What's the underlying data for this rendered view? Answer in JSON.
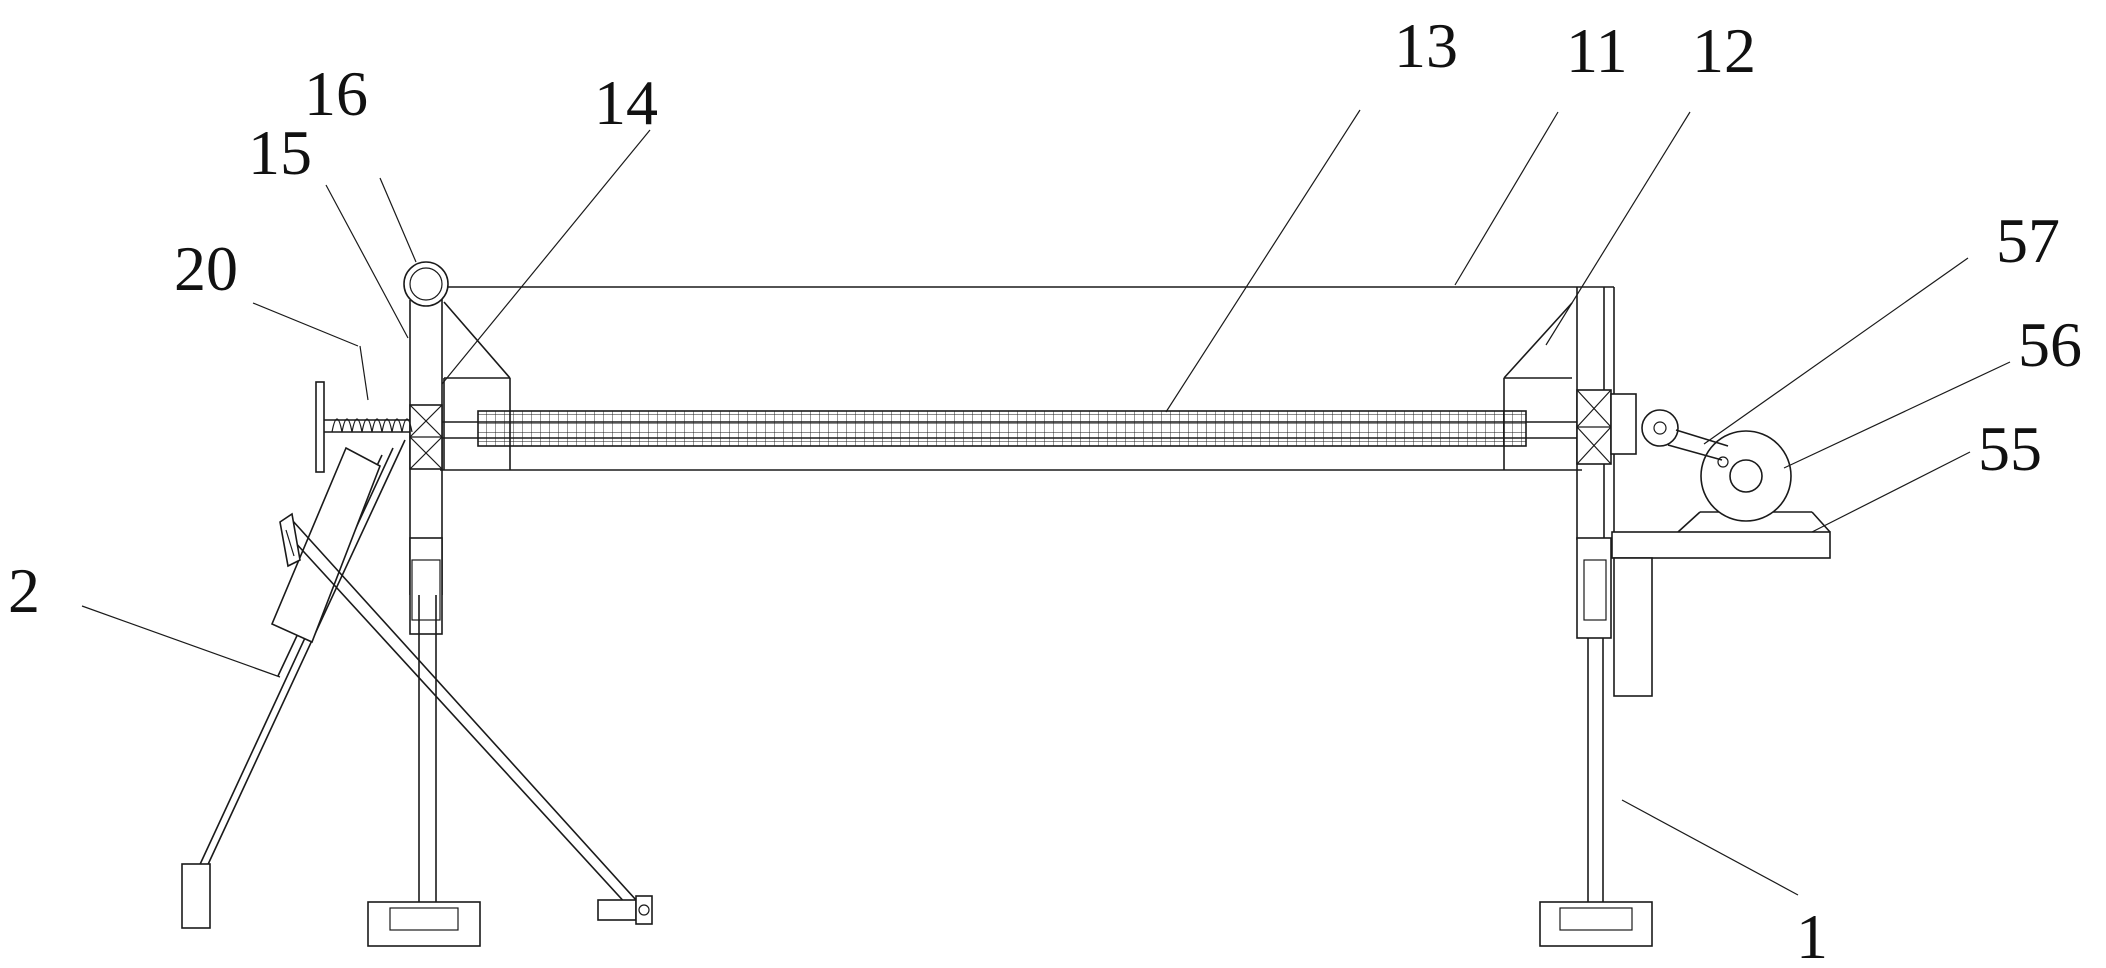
{
  "figure": {
    "labels": {
      "n1": "1",
      "n2": "2",
      "n11": "11",
      "n12": "12",
      "n13": "13",
      "n14": "14",
      "n15": "15",
      "n16": "16",
      "n20": "20",
      "n55": "55",
      "n56": "56",
      "n57": "57"
    }
  }
}
